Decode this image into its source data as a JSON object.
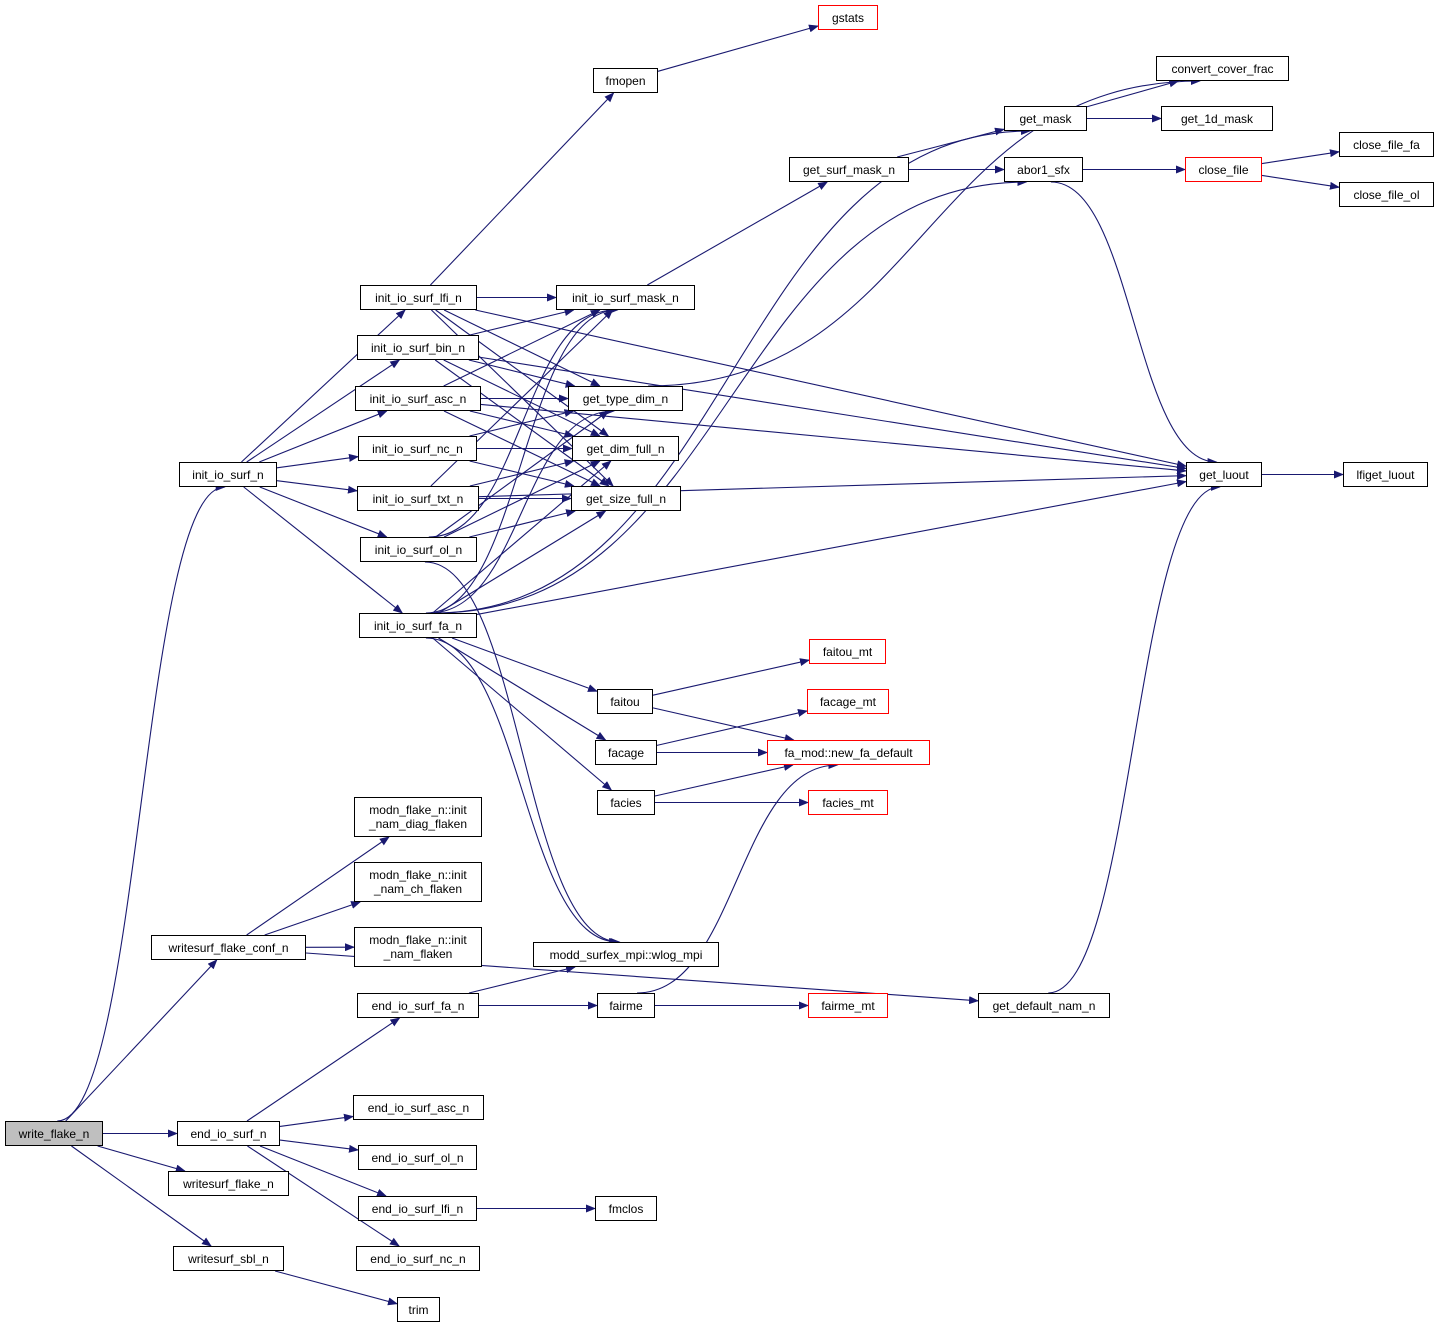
{
  "graph": {
    "title": "write_flake_n call graph",
    "colors": {
      "edge": "#191970",
      "node_border": "#000000",
      "external_border": "#ff0000",
      "root_fill": "#bfbfbf"
    },
    "nodes": [
      {
        "id": "write_flake_n",
        "label": "write_flake_n",
        "kind": "root"
      },
      {
        "id": "init_io_surf_n",
        "label": "init_io_surf_n",
        "kind": "normal"
      },
      {
        "id": "writesurf_flake_conf_n",
        "label": "writesurf_flake_conf_n",
        "kind": "normal"
      },
      {
        "id": "end_io_surf_n",
        "label": "end_io_surf_n",
        "kind": "normal"
      },
      {
        "id": "writesurf_flake_n",
        "label": "writesurf_flake_n",
        "kind": "normal"
      },
      {
        "id": "writesurf_sbl_n",
        "label": "writesurf_sbl_n",
        "kind": "normal"
      },
      {
        "id": "init_io_surf_lfi_n",
        "label": "init_io_surf_lfi_n",
        "kind": "normal"
      },
      {
        "id": "init_io_surf_bin_n",
        "label": "init_io_surf_bin_n",
        "kind": "normal"
      },
      {
        "id": "init_io_surf_asc_n",
        "label": "init_io_surf_asc_n",
        "kind": "normal"
      },
      {
        "id": "init_io_surf_nc_n",
        "label": "init_io_surf_nc_n",
        "kind": "normal"
      },
      {
        "id": "init_io_surf_txt_n",
        "label": "init_io_surf_txt_n",
        "kind": "normal"
      },
      {
        "id": "init_io_surf_ol_n",
        "label": "init_io_surf_ol_n",
        "kind": "normal"
      },
      {
        "id": "init_io_surf_fa_n",
        "label": "init_io_surf_fa_n",
        "kind": "normal"
      },
      {
        "id": "init_nam_diag_flaken",
        "label": "modn_flake_n::init\n_nam_diag_flaken",
        "kind": "normal"
      },
      {
        "id": "init_nam_ch_flaken",
        "label": "modn_flake_n::init\n_nam_ch_flaken",
        "kind": "normal"
      },
      {
        "id": "init_nam_flaken",
        "label": "modn_flake_n::init\n_nam_flaken",
        "kind": "normal"
      },
      {
        "id": "end_io_surf_fa_n",
        "label": "end_io_surf_fa_n",
        "kind": "normal"
      },
      {
        "id": "end_io_surf_asc_n",
        "label": "end_io_surf_asc_n",
        "kind": "normal"
      },
      {
        "id": "end_io_surf_ol_n",
        "label": "end_io_surf_ol_n",
        "kind": "normal"
      },
      {
        "id": "end_io_surf_lfi_n",
        "label": "end_io_surf_lfi_n",
        "kind": "normal"
      },
      {
        "id": "end_io_surf_nc_n",
        "label": "end_io_surf_nc_n",
        "kind": "normal"
      },
      {
        "id": "trim",
        "label": "trim",
        "kind": "normal"
      },
      {
        "id": "fmopen",
        "label": "fmopen",
        "kind": "normal"
      },
      {
        "id": "init_io_surf_mask_n",
        "label": "init_io_surf_mask_n",
        "kind": "normal"
      },
      {
        "id": "get_type_dim_n",
        "label": "get_type_dim_n",
        "kind": "normal"
      },
      {
        "id": "get_dim_full_n",
        "label": "get_dim_full_n",
        "kind": "normal"
      },
      {
        "id": "get_size_full_n",
        "label": "get_size_full_n",
        "kind": "normal"
      },
      {
        "id": "faitou",
        "label": "faitou",
        "kind": "normal"
      },
      {
        "id": "facage",
        "label": "facage",
        "kind": "normal"
      },
      {
        "id": "facies",
        "label": "facies",
        "kind": "normal"
      },
      {
        "id": "wlog_mpi",
        "label": "modd_surfex_mpi::wlog_mpi",
        "kind": "normal"
      },
      {
        "id": "fairme",
        "label": "fairme",
        "kind": "normal"
      },
      {
        "id": "fmclos",
        "label": "fmclos",
        "kind": "normal"
      },
      {
        "id": "gstats",
        "label": "gstats",
        "kind": "external"
      },
      {
        "id": "get_surf_mask_n",
        "label": "get_surf_mask_n",
        "kind": "normal"
      },
      {
        "id": "faitou_mt",
        "label": "faitou_mt",
        "kind": "external"
      },
      {
        "id": "facage_mt",
        "label": "facage_mt",
        "kind": "external"
      },
      {
        "id": "new_fa_default",
        "label": "fa_mod::new_fa_default",
        "kind": "external"
      },
      {
        "id": "facies_mt",
        "label": "facies_mt",
        "kind": "external"
      },
      {
        "id": "fairme_mt",
        "label": "fairme_mt",
        "kind": "external"
      },
      {
        "id": "get_mask",
        "label": "get_mask",
        "kind": "normal"
      },
      {
        "id": "abor1_sfx",
        "label": "abor1_sfx",
        "kind": "normal"
      },
      {
        "id": "get_default_nam_n",
        "label": "get_default_nam_n",
        "kind": "normal"
      },
      {
        "id": "convert_cover_frac",
        "label": "convert_cover_frac",
        "kind": "normal"
      },
      {
        "id": "get_1d_mask",
        "label": "get_1d_mask",
        "kind": "normal"
      },
      {
        "id": "close_file",
        "label": "close_file",
        "kind": "external"
      },
      {
        "id": "get_luout",
        "label": "get_luout",
        "kind": "normal"
      },
      {
        "id": "close_file_fa",
        "label": "close_file_fa",
        "kind": "normal"
      },
      {
        "id": "close_file_ol",
        "label": "close_file_ol",
        "kind": "normal"
      },
      {
        "id": "lfiget_luout",
        "label": "lfiget_luout",
        "kind": "normal"
      }
    ],
    "edges": [
      [
        "write_flake_n",
        "init_io_surf_n"
      ],
      [
        "write_flake_n",
        "writesurf_flake_conf_n"
      ],
      [
        "write_flake_n",
        "end_io_surf_n"
      ],
      [
        "write_flake_n",
        "writesurf_flake_n"
      ],
      [
        "write_flake_n",
        "writesurf_sbl_n"
      ],
      [
        "init_io_surf_n",
        "init_io_surf_lfi_n"
      ],
      [
        "init_io_surf_n",
        "init_io_surf_bin_n"
      ],
      [
        "init_io_surf_n",
        "init_io_surf_asc_n"
      ],
      [
        "init_io_surf_n",
        "init_io_surf_nc_n"
      ],
      [
        "init_io_surf_n",
        "init_io_surf_txt_n"
      ],
      [
        "init_io_surf_n",
        "init_io_surf_ol_n"
      ],
      [
        "init_io_surf_n",
        "init_io_surf_fa_n"
      ],
      [
        "init_io_surf_lfi_n",
        "fmopen"
      ],
      [
        "init_io_surf_lfi_n",
        "init_io_surf_mask_n"
      ],
      [
        "init_io_surf_lfi_n",
        "get_type_dim_n"
      ],
      [
        "init_io_surf_lfi_n",
        "get_dim_full_n"
      ],
      [
        "init_io_surf_lfi_n",
        "get_size_full_n"
      ],
      [
        "init_io_surf_lfi_n",
        "get_luout"
      ],
      [
        "init_io_surf_bin_n",
        "init_io_surf_mask_n"
      ],
      [
        "init_io_surf_bin_n",
        "get_type_dim_n"
      ],
      [
        "init_io_surf_bin_n",
        "get_dim_full_n"
      ],
      [
        "init_io_surf_bin_n",
        "get_size_full_n"
      ],
      [
        "init_io_surf_bin_n",
        "get_luout"
      ],
      [
        "init_io_surf_asc_n",
        "init_io_surf_mask_n"
      ],
      [
        "init_io_surf_asc_n",
        "get_type_dim_n"
      ],
      [
        "init_io_surf_asc_n",
        "get_dim_full_n"
      ],
      [
        "init_io_surf_asc_n",
        "get_size_full_n"
      ],
      [
        "init_io_surf_asc_n",
        "get_luout"
      ],
      [
        "init_io_surf_nc_n",
        "get_type_dim_n"
      ],
      [
        "init_io_surf_nc_n",
        "get_dim_full_n"
      ],
      [
        "init_io_surf_nc_n",
        "get_size_full_n"
      ],
      [
        "init_io_surf_txt_n",
        "init_io_surf_mask_n"
      ],
      [
        "init_io_surf_txt_n",
        "get_dim_full_n"
      ],
      [
        "init_io_surf_txt_n",
        "get_size_full_n"
      ],
      [
        "init_io_surf_txt_n",
        "get_luout"
      ],
      [
        "init_io_surf_ol_n",
        "init_io_surf_mask_n"
      ],
      [
        "init_io_surf_ol_n",
        "get_type_dim_n"
      ],
      [
        "init_io_surf_ol_n",
        "get_dim_full_n"
      ],
      [
        "init_io_surf_ol_n",
        "get_size_full_n"
      ],
      [
        "init_io_surf_ol_n",
        "wlog_mpi"
      ],
      [
        "init_io_surf_fa_n",
        "init_io_surf_mask_n"
      ],
      [
        "init_io_surf_fa_n",
        "get_type_dim_n"
      ],
      [
        "init_io_surf_fa_n",
        "get_dim_full_n"
      ],
      [
        "init_io_surf_fa_n",
        "get_size_full_n"
      ],
      [
        "init_io_surf_fa_n",
        "get_mask"
      ],
      [
        "init_io_surf_fa_n",
        "abor1_sfx"
      ],
      [
        "init_io_surf_fa_n",
        "faitou"
      ],
      [
        "init_io_surf_fa_n",
        "facage"
      ],
      [
        "init_io_surf_fa_n",
        "facies"
      ],
      [
        "init_io_surf_fa_n",
        "get_luout"
      ],
      [
        "init_io_surf_fa_n",
        "wlog_mpi"
      ],
      [
        "init_io_surf_mask_n",
        "get_surf_mask_n"
      ],
      [
        "get_type_dim_n",
        "convert_cover_frac"
      ],
      [
        "writesurf_flake_conf_n",
        "init_nam_diag_flaken"
      ],
      [
        "writesurf_flake_conf_n",
        "init_nam_ch_flaken"
      ],
      [
        "writesurf_flake_conf_n",
        "init_nam_flaken"
      ],
      [
        "writesurf_flake_conf_n",
        "get_default_nam_n"
      ],
      [
        "end_io_surf_n",
        "end_io_surf_fa_n"
      ],
      [
        "end_io_surf_n",
        "end_io_surf_asc_n"
      ],
      [
        "end_io_surf_n",
        "end_io_surf_ol_n"
      ],
      [
        "end_io_surf_n",
        "end_io_surf_lfi_n"
      ],
      [
        "end_io_surf_n",
        "end_io_surf_nc_n"
      ],
      [
        "end_io_surf_fa_n",
        "wlog_mpi"
      ],
      [
        "end_io_surf_fa_n",
        "fairme"
      ],
      [
        "end_io_surf_lfi_n",
        "fmclos"
      ],
      [
        "writesurf_sbl_n",
        "trim"
      ],
      [
        "fmopen",
        "gstats"
      ],
      [
        "get_surf_mask_n",
        "get_mask"
      ],
      [
        "get_surf_mask_n",
        "abor1_sfx"
      ],
      [
        "get_mask",
        "convert_cover_frac"
      ],
      [
        "get_mask",
        "get_1d_mask"
      ],
      [
        "abor1_sfx",
        "close_file"
      ],
      [
        "abor1_sfx",
        "get_luout"
      ],
      [
        "close_file",
        "close_file_fa"
      ],
      [
        "close_file",
        "close_file_ol"
      ],
      [
        "faitou",
        "faitou_mt"
      ],
      [
        "faitou",
        "new_fa_default"
      ],
      [
        "facage",
        "facage_mt"
      ],
      [
        "facage",
        "new_fa_default"
      ],
      [
        "facies",
        "new_fa_default"
      ],
      [
        "facies",
        "facies_mt"
      ],
      [
        "fairme",
        "fairme_mt"
      ],
      [
        "fairme",
        "new_fa_default"
      ],
      [
        "get_default_nam_n",
        "get_luout"
      ],
      [
        "get_luout",
        "lfiget_luout"
      ]
    ]
  }
}
